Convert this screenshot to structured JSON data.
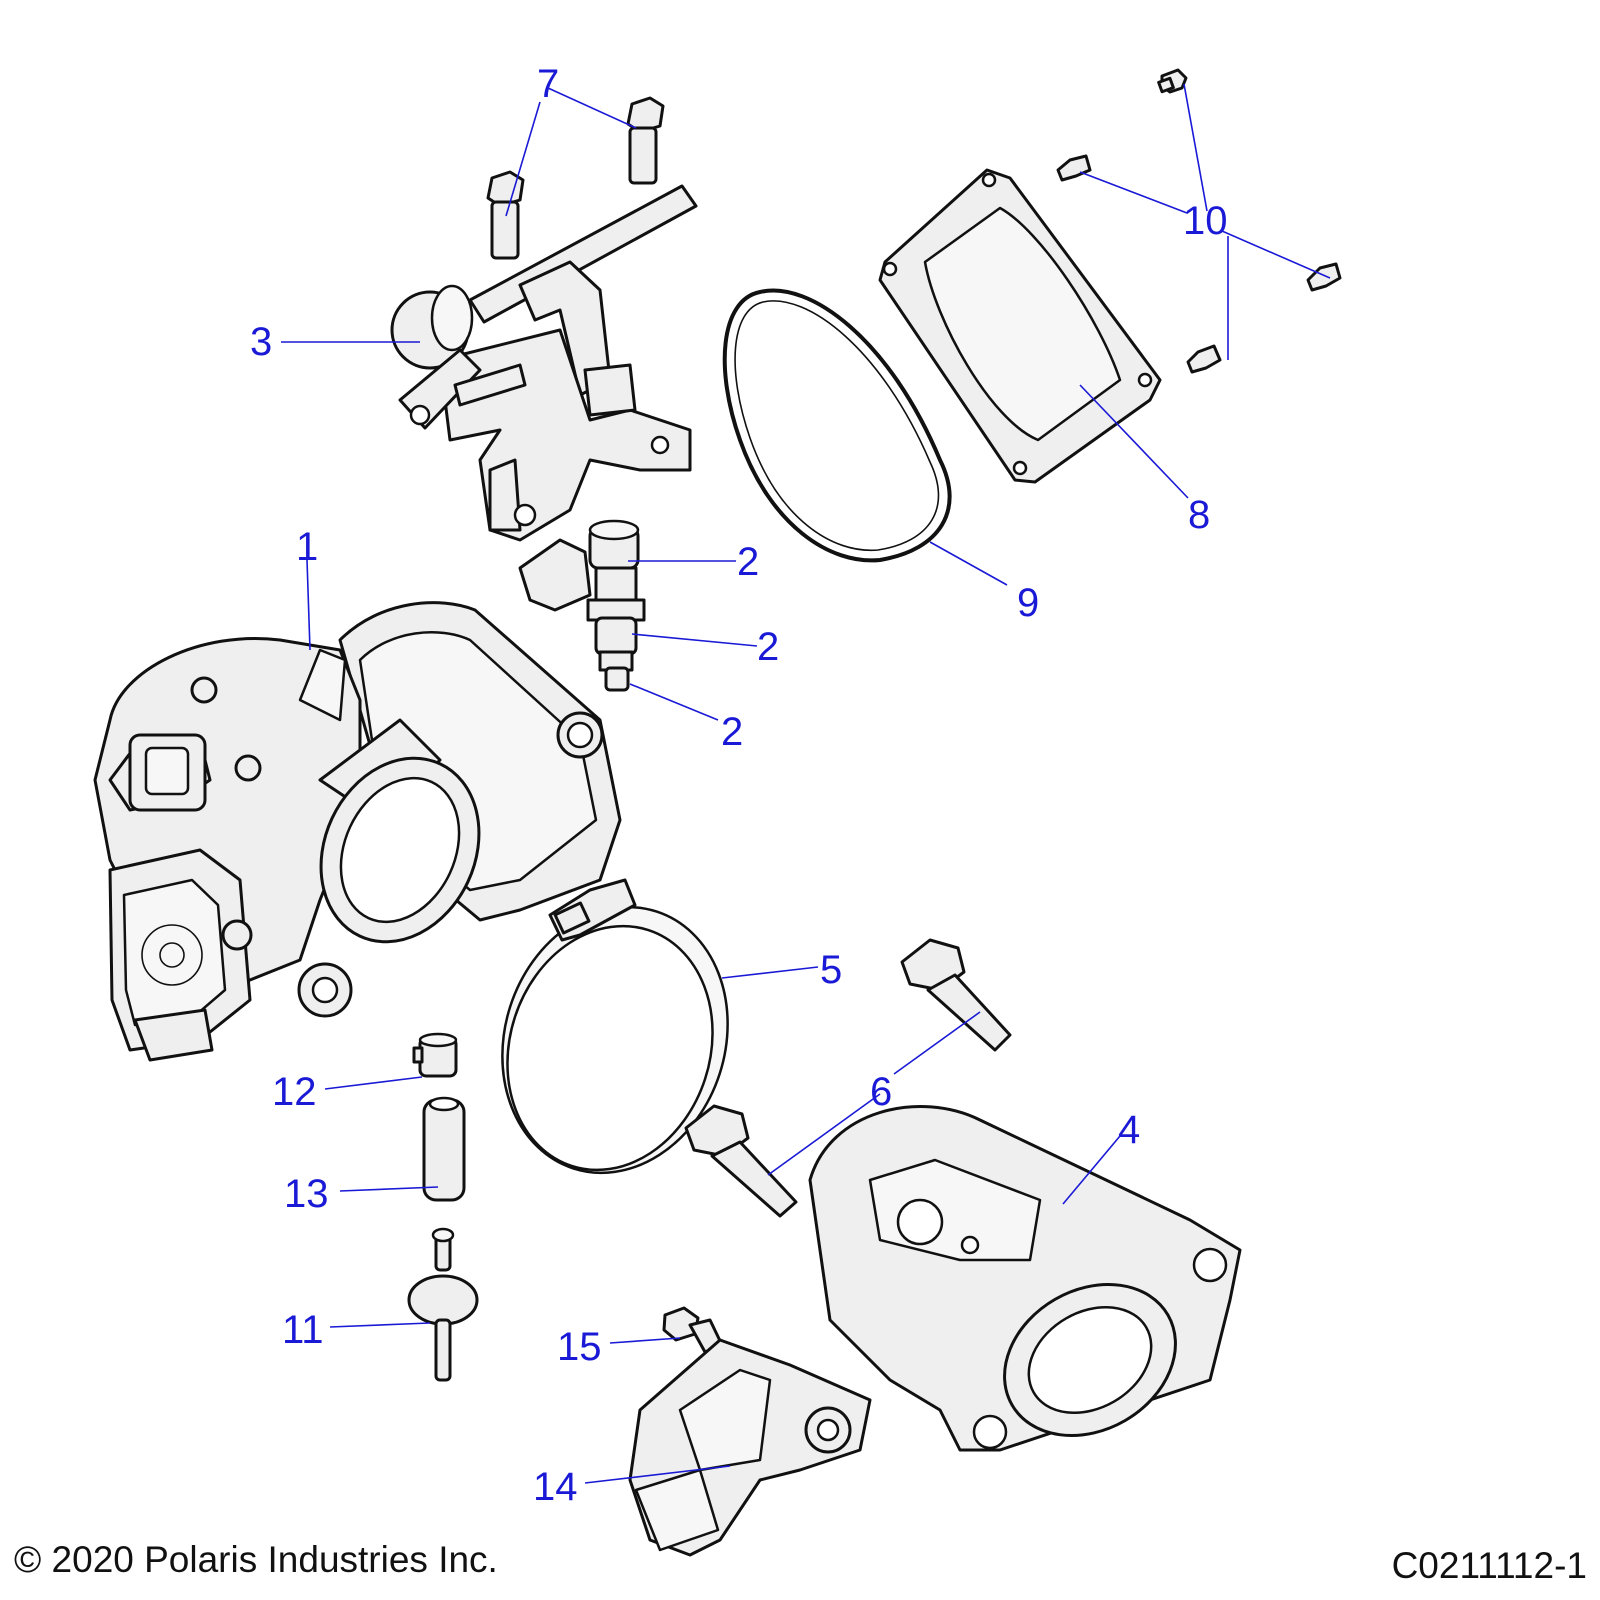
{
  "callouts": {
    "c1": "1",
    "c2a": "2",
    "c2b": "2",
    "c2c": "2",
    "c3": "3",
    "c4": "4",
    "c5": "5",
    "c6": "6",
    "c7": "7",
    "c8": "8",
    "c9": "9",
    "c10": "10",
    "c11": "11",
    "c12": "12",
    "c13": "13",
    "c14": "14",
    "c15": "15"
  },
  "footer": {
    "copyright": "© 2020 Polaris Industries Inc.",
    "diagram_code": "C0211112-1"
  },
  "colors": {
    "callout": "#1a1ad6",
    "line": "#111111",
    "part_fill": "#efefef"
  }
}
